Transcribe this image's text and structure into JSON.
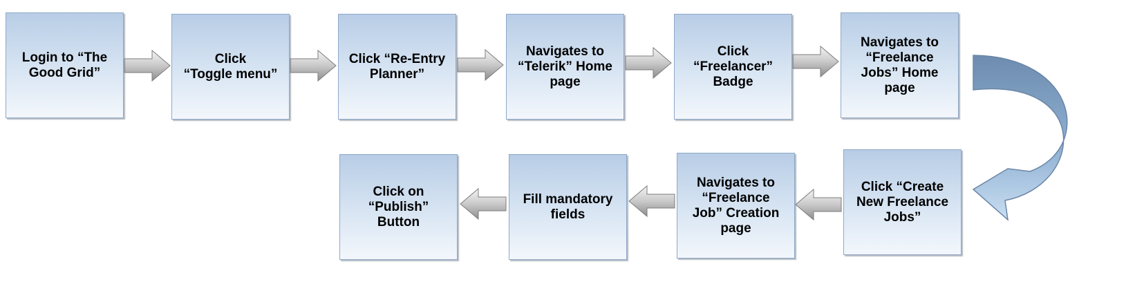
{
  "flow": {
    "steps": [
      "Login to “The\nGood Grid”",
      "Click\n“Toggle menu”",
      "Click “Re-Entry\nPlanner”",
      "Navigates to\n“Telerik” Home\npage",
      "Click\n“Freelancer”\nBadge",
      "Navigates to\n“Freelance\nJobs” Home\npage",
      "Click “Create\nNew Freelance\nJobs”",
      "Navigates to\n“Freelance\nJob” Creation\npage",
      "Fill mandatory\nfields",
      "Click on\n“Publish”\nButton"
    ]
  },
  "colors": {
    "box_border": "#8ea8c8",
    "box_top": "#b8cde6",
    "box_bottom": "#f3f7fc",
    "arrow_dark": "#8c8c8c",
    "arrow_light": "#f2f2f2",
    "curve_dark": "#6f8fb0",
    "curve_light": "#c6daf0"
  }
}
